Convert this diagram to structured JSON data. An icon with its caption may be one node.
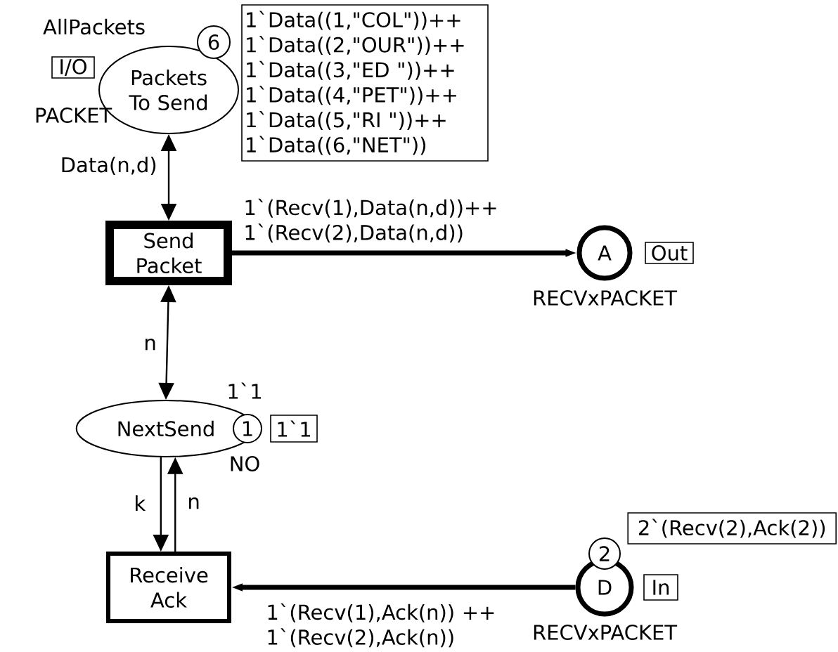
{
  "diagram": {
    "nodes": [
      {
        "text": [
          "Packets To Send"
        ],
        "beside": [
          "AllPackets",
          "PACKET"
        ]
      },
      {
        "text": [
          "6"
        ]
      },
      {
        "text": [
          "I/O"
        ]
      },
      {
        "text": [
          "1`Data((1,\"COL\"))++",
          "1`Data((2,\"OUR\"))++",
          "1`Data((3,\"ED \"))++",
          "1`Data((4,\"PET\"))++",
          "1`Data((5,\"RI  \"))++",
          "1`Data((6,\"NET\"))"
        ]
      },
      {
        "text": [
          "Send Packet"
        ]
      },
      {
        "text": [
          "A"
        ],
        "beside": [
          "RECVxPACKET"
        ]
      },
      {
        "text": [
          "Out"
        ]
      },
      {
        "text": [
          "NextSend"
        ],
        "beside": [
          "1`1",
          "NO"
        ]
      },
      {
        "text": [
          "1"
        ]
      },
      {
        "text": [
          "1`1"
        ]
      },
      {
        "text": [
          "Receive Ack"
        ]
      },
      {
        "text": [
          "D"
        ],
        "beside": [
          "RECVxPACKET"
        ]
      },
      {
        "text": [
          "2"
        ]
      },
      {
        "text": [
          "2`(Recv(2),Ack(2))"
        ]
      },
      {
        "text": [
          "In"
        ]
      }
    ],
    "edges": [
      {
        "from": 0,
        "to": 4,
        "arrow": "both",
        "label": "Data(n,d)"
      },
      {
        "from": 4,
        "to": 5,
        "arrow": "to",
        "style": "thick",
        "label": "1`(Recv(1),Data(n,d))++ 1`(Recv(2),Data(n,d))"
      },
      {
        "from": 4,
        "to": 7,
        "arrow": "both",
        "label": "n"
      },
      {
        "from": 7,
        "to": 10,
        "arrow": "to",
        "label": "k"
      },
      {
        "from": 10,
        "to": 7,
        "arrow": "to",
        "label": "n"
      },
      {
        "from": 11,
        "to": 10,
        "arrow": "to",
        "style": "thick",
        "label": "1`(Recv(1),Ack(n)) ++ 1`(Recv(2),Ack(n))"
      }
    ]
  }
}
